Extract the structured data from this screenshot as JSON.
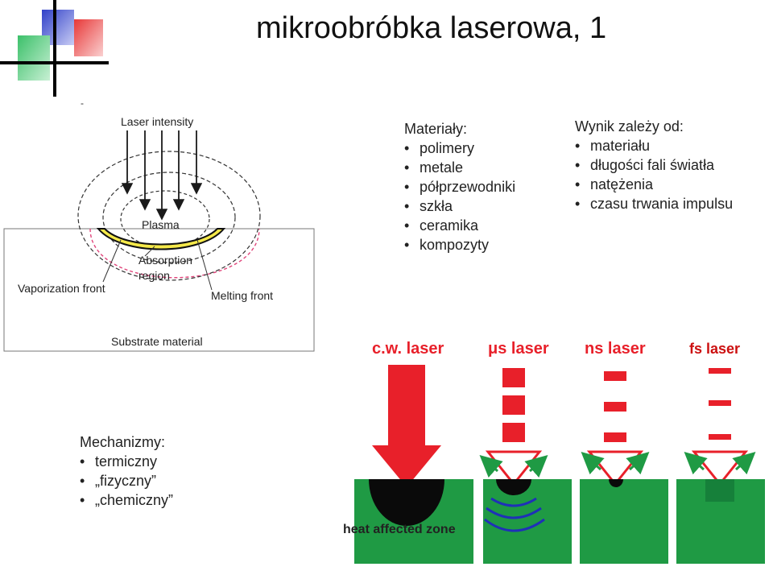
{
  "title": "mikroobróbka laserowa, 1",
  "materials": {
    "heading": "Materiały:",
    "items": [
      "polimery",
      "metale",
      "półprzewodniki",
      "szkła",
      "ceramika",
      "kompozyty"
    ]
  },
  "result": {
    "heading": "Wynik zależy od:",
    "items": [
      "materiału",
      "długości fali światła",
      "natężenia",
      "czasu trwania impulsu"
    ]
  },
  "mechanisms": {
    "heading": "Mechanizmy:",
    "items": [
      "termiczny",
      "„fizyczny”",
      "„chemiczny”"
    ]
  },
  "diagram": {
    "laser_intensity": "Laser intensity",
    "plasma": "Plasma",
    "absorption_line1": "Absorption",
    "absorption_line2": "region",
    "vaporization_front": "Vaporization front",
    "melting_front": "Melting front",
    "substrate": "Substrate material"
  },
  "lasers": {
    "cw": "c.w. laser",
    "us": "μs laser",
    "ns": "ns laser",
    "fs": "fs laser",
    "haz": "heat affected zone"
  },
  "colors": {
    "red": "#e8202a",
    "green": "#1f9a44",
    "ink": "#1a1a1a",
    "yellow": "#f5e94a",
    "pink": "#e0447a",
    "fs_label": "#cc1010"
  }
}
